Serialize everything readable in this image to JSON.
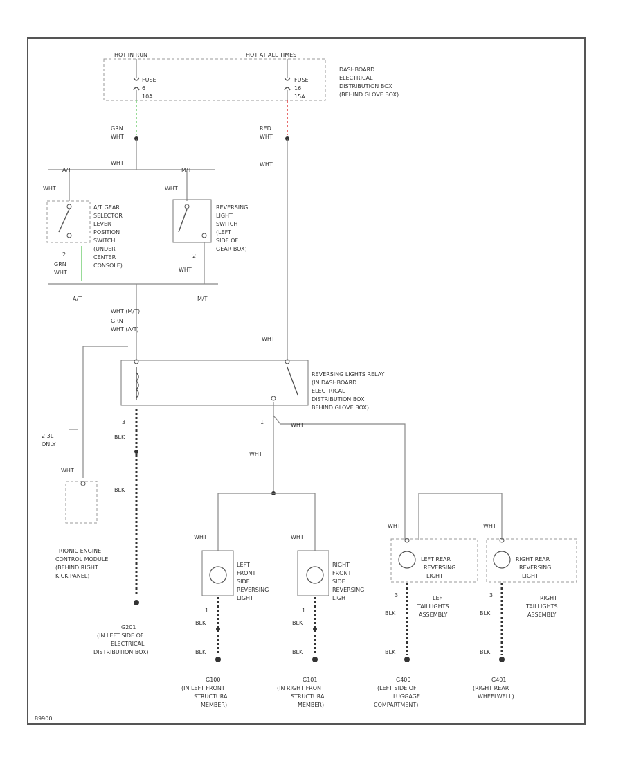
{
  "dist_box": {
    "hot_run": "HOT IN RUN",
    "hot_all": "HOT AT ALL TIMES",
    "fuse_a": [
      "FUSE",
      "6",
      "10A"
    ],
    "fuse_b": [
      "FUSE",
      "16",
      "15A"
    ],
    "label": [
      "DASHBOARD",
      "ELECTRICAL",
      "DISTRIBUTION BOX",
      "(BEHIND GLOVE BOX)"
    ]
  },
  "wires": {
    "grn_wht": [
      "GRN",
      "WHT"
    ],
    "red_wht": [
      "RED",
      "WHT"
    ],
    "wht": "WHT",
    "grn_wht_2": [
      "GRN",
      "WHT"
    ],
    "wht_mt": "WHT   (M/T)",
    "grn_wht_at": [
      "GRN",
      "WHT   (A/T)"
    ],
    "blk": "BLK",
    "pin1": "1",
    "pin2": "2",
    "pin3": "3"
  },
  "branches": {
    "at": "A/T",
    "mt": "M/T"
  },
  "at_switch": [
    "A/T GEAR",
    "SELECTOR",
    "LEVER",
    "POSITION",
    "SWITCH",
    "(UNDER",
    "CENTER",
    "CONSOLE)"
  ],
  "rev_switch": [
    "REVERSING",
    "LIGHT",
    "SWITCH",
    "(LEFT",
    "SIDE OF",
    "GEAR BOX)"
  ],
  "relay": [
    "REVERSING LIGHTS RELAY",
    "(IN DASHBOARD",
    "ELECTRICAL",
    "DISTRIBUTION BOX",
    "BEHIND GLOVE BOX)"
  ],
  "trionic": {
    "only": [
      "2.3L",
      "ONLY"
    ],
    "label": [
      "TRIONIC ENGINE",
      "CONTROL MODULE",
      "(BEHIND RIGHT",
      "KICK PANEL)"
    ]
  },
  "g201": [
    "G201",
    "(IN LEFT SIDE OF",
    "ELECTRICAL",
    "DISTRIBUTION BOX)"
  ],
  "lamps": {
    "lf": [
      "LEFT",
      "FRONT",
      "SIDE",
      "REVERSING",
      "LIGHT"
    ],
    "rf": [
      "RIGHT",
      "FRONT",
      "SIDE",
      "REVERSING",
      "LIGHT"
    ],
    "lr": [
      "LEFT REAR",
      "REVERSING",
      "LIGHT"
    ],
    "rr": [
      "RIGHT REAR",
      "REVERSING",
      "LIGHT"
    ],
    "l_assy": [
      "LEFT",
      "TAILLIGHTS",
      "ASSEMBLY"
    ],
    "r_assy": [
      "RIGHT",
      "TAILLIGHTS",
      "ASSEMBLY"
    ]
  },
  "grounds": {
    "g100": [
      "G100",
      "(IN LEFT FRONT",
      "STRUCTURAL",
      "MEMBER)"
    ],
    "g101": [
      "G101",
      "(IN RIGHT FRONT",
      "STRUCTURAL",
      "MEMBER)"
    ],
    "g400": [
      "G400",
      "(LEFT SIDE OF",
      "LUGGAGE",
      "COMPARTMENT)"
    ],
    "g401": [
      "G401",
      "(RIGHT REAR",
      "WHEELWELL)"
    ]
  },
  "corner_id": "89900"
}
